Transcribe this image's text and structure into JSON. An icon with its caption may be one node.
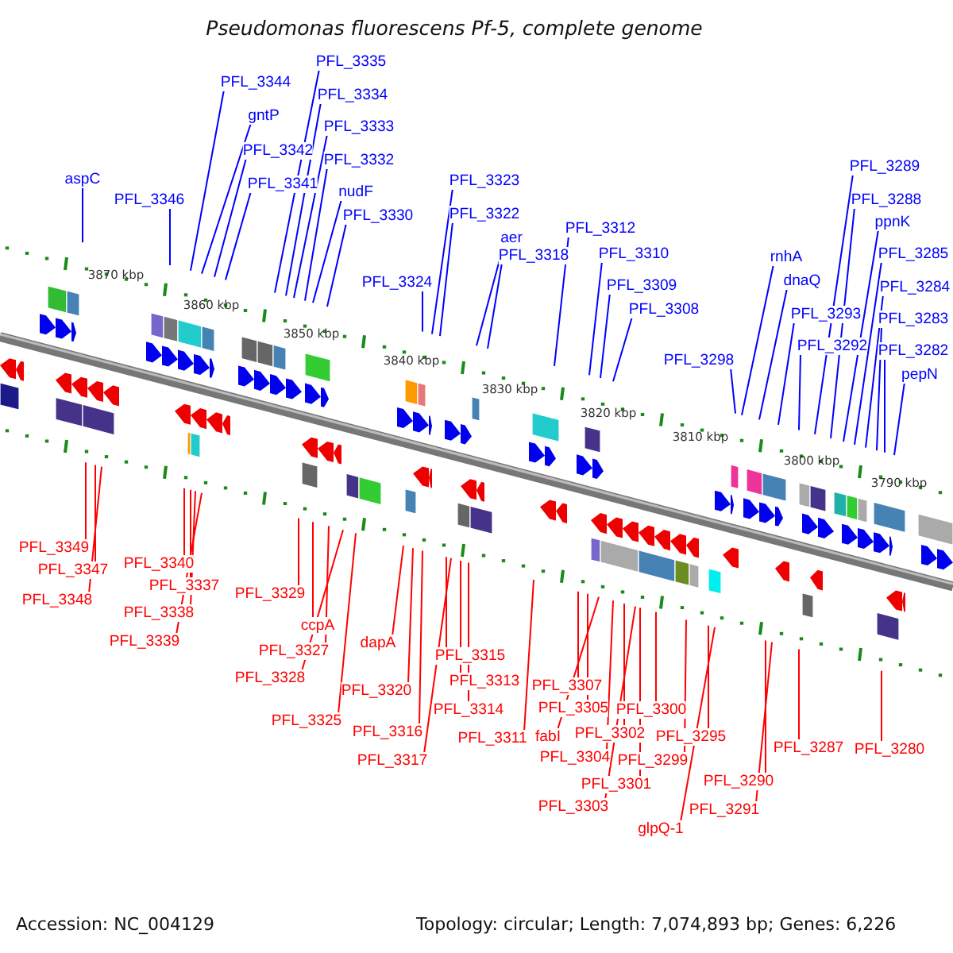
{
  "diagram": {
    "title": "Pseudomonas fluorescens Pf-5, complete genome",
    "nodes": [
      {
        "text": [
          "aspC"
        ]
      },
      {
        "text": [
          "PFL_3346"
        ]
      },
      {
        "text": [
          "PFL_3344"
        ]
      },
      {
        "text": [
          "gntP"
        ]
      },
      {
        "text": [
          "PFL_3342"
        ]
      },
      {
        "text": [
          "PFL_3341"
        ]
      },
      {
        "text": [
          "PFL_3335"
        ]
      },
      {
        "text": [
          "PFL_3334"
        ]
      },
      {
        "text": [
          "PFL_3333"
        ]
      },
      {
        "text": [
          "PFL_3332"
        ]
      },
      {
        "text": [
          "nudF"
        ]
      },
      {
        "text": [
          "PFL_3330"
        ]
      },
      {
        "text": [
          "PFL_3324"
        ]
      },
      {
        "text": [
          "PFL_3323"
        ]
      },
      {
        "text": [
          "PFL_3322"
        ]
      },
      {
        "text": [
          "aer"
        ]
      },
      {
        "text": [
          "PFL_3318"
        ]
      },
      {
        "text": [
          "PFL_3312"
        ]
      },
      {
        "text": [
          "PFL_3310"
        ]
      },
      {
        "text": [
          "PFL_3309"
        ]
      },
      {
        "text": [
          "PFL_3308"
        ]
      },
      {
        "text": [
          "PFL_3298"
        ]
      },
      {
        "text": [
          "rnhA"
        ]
      },
      {
        "text": [
          "dnaQ"
        ]
      },
      {
        "text": [
          "PFL_3293"
        ]
      },
      {
        "text": [
          "PFL_3292"
        ]
      },
      {
        "text": [
          "PFL_3289"
        ]
      },
      {
        "text": [
          "PFL_3288"
        ]
      },
      {
        "text": [
          "ppnK"
        ]
      },
      {
        "text": [
          "PFL_3285"
        ]
      },
      {
        "text": [
          "PFL_3284"
        ]
      },
      {
        "text": [
          "PFL_3283"
        ]
      },
      {
        "text": [
          "PFL_3282"
        ]
      },
      {
        "text": [
          "pepN"
        ]
      },
      {
        "text": [
          "PFL_3349"
        ]
      },
      {
        "text": [
          "PFL_3347"
        ]
      },
      {
        "text": [
          "PFL_3348"
        ]
      },
      {
        "text": [
          "PFL_3340"
        ]
      },
      {
        "text": [
          "PFL_3337"
        ]
      },
      {
        "text": [
          "PFL_3338"
        ]
      },
      {
        "text": [
          "PFL_3339"
        ]
      },
      {
        "text": [
          "PFL_3329"
        ]
      },
      {
        "text": [
          "ccpA"
        ]
      },
      {
        "text": [
          "PFL_3327"
        ]
      },
      {
        "text": [
          "PFL_3328"
        ]
      },
      {
        "text": [
          "PFL_3325"
        ]
      },
      {
        "text": [
          "dapA"
        ]
      },
      {
        "text": [
          "PFL_3320"
        ]
      },
      {
        "text": [
          "PFL_3315"
        ]
      },
      {
        "text": [
          "PFL_3313"
        ]
      },
      {
        "text": [
          "PFL_3314"
        ]
      },
      {
        "text": [
          "PFL_3316"
        ]
      },
      {
        "text": [
          "PFL_3317"
        ]
      },
      {
        "text": [
          "PFL_3311"
        ]
      },
      {
        "text": [
          "PFL_3307"
        ]
      },
      {
        "text": [
          "PFL_3305"
        ]
      },
      {
        "text": [
          "fabI"
        ]
      },
      {
        "text": [
          "PFL_3304"
        ]
      },
      {
        "text": [
          "PFL_3302"
        ]
      },
      {
        "text": [
          "PFL_3303"
        ]
      },
      {
        "text": [
          "PFL_3301"
        ]
      },
      {
        "text": [
          "PFL_3300"
        ]
      },
      {
        "text": [
          "PFL_3299"
        ]
      },
      {
        "text": [
          "PFL_3295"
        ]
      },
      {
        "text": [
          "glpQ-1"
        ]
      },
      {
        "text": [
          "PFL_3290"
        ]
      },
      {
        "text": [
          "PFL_3291"
        ]
      },
      {
        "text": [
          "PFL_3287"
        ]
      },
      {
        "text": [
          "PFL_3280"
        ]
      }
    ],
    "edges": [
      {
        "from": 0,
        "to": null,
        "arrow": "none",
        "color": "#0000ff"
      },
      {
        "from": 1,
        "to": null,
        "arrow": "none",
        "color": "#0000ff"
      },
      {
        "from": 2,
        "to": null,
        "arrow": "none",
        "color": "#0000ff"
      },
      {
        "from": 3,
        "to": null,
        "arrow": "none",
        "color": "#0000ff"
      },
      {
        "from": 4,
        "to": null,
        "arrow": "none",
        "color": "#0000ff"
      },
      {
        "from": 5,
        "to": null,
        "arrow": "none",
        "color": "#0000ff"
      },
      {
        "from": 6,
        "to": null,
        "arrow": "none",
        "color": "#0000ff"
      },
      {
        "from": 7,
        "to": null,
        "arrow": "none",
        "color": "#0000ff"
      },
      {
        "from": 8,
        "to": null,
        "arrow": "none",
        "color": "#0000ff"
      },
      {
        "from": 9,
        "to": null,
        "arrow": "none",
        "color": "#0000ff"
      },
      {
        "from": 10,
        "to": null,
        "arrow": "none",
        "color": "#0000ff"
      },
      {
        "from": 11,
        "to": null,
        "arrow": "none",
        "color": "#0000ff"
      },
      {
        "from": 12,
        "to": null,
        "arrow": "none",
        "color": "#0000ff"
      },
      {
        "from": 13,
        "to": null,
        "arrow": "none",
        "color": "#0000ff"
      },
      {
        "from": 14,
        "to": null,
        "arrow": "none",
        "color": "#0000ff"
      },
      {
        "from": 15,
        "to": null,
        "arrow": "none",
        "color": "#0000ff"
      },
      {
        "from": 16,
        "to": null,
        "arrow": "none",
        "color": "#0000ff"
      },
      {
        "from": 17,
        "to": null,
        "arrow": "none",
        "color": "#0000ff"
      },
      {
        "from": 18,
        "to": null,
        "arrow": "none",
        "color": "#0000ff"
      },
      {
        "from": 19,
        "to": null,
        "arrow": "none",
        "color": "#0000ff"
      },
      {
        "from": 20,
        "to": null,
        "arrow": "none",
        "color": "#0000ff"
      },
      {
        "from": 21,
        "to": null,
        "arrow": "none",
        "color": "#0000ff"
      },
      {
        "from": 22,
        "to": null,
        "arrow": "none",
        "color": "#0000ff"
      },
      {
        "from": 23,
        "to": null,
        "arrow": "none",
        "color": "#0000ff"
      },
      {
        "from": 24,
        "to": null,
        "arrow": "none",
        "color": "#0000ff"
      },
      {
        "from": 25,
        "to": null,
        "arrow": "none",
        "color": "#0000ff"
      },
      {
        "from": 26,
        "to": null,
        "arrow": "none",
        "color": "#0000ff"
      },
      {
        "from": 27,
        "to": null,
        "arrow": "none",
        "color": "#0000ff"
      },
      {
        "from": 28,
        "to": null,
        "arrow": "none",
        "color": "#0000ff"
      },
      {
        "from": 29,
        "to": null,
        "arrow": "none",
        "color": "#0000ff"
      },
      {
        "from": 30,
        "to": null,
        "arrow": "none",
        "color": "#0000ff"
      },
      {
        "from": 31,
        "to": null,
        "arrow": "none",
        "color": "#0000ff"
      },
      {
        "from": 32,
        "to": null,
        "arrow": "none",
        "color": "#0000ff"
      },
      {
        "from": 33,
        "to": null,
        "arrow": "none",
        "color": "#0000ff"
      },
      {
        "from": 34,
        "to": null,
        "arrow": "none"
      },
      {
        "from": 35,
        "to": null,
        "arrow": "none"
      },
      {
        "from": 36,
        "to": null,
        "arrow": "none"
      },
      {
        "from": 37,
        "to": null,
        "arrow": "none"
      },
      {
        "from": 38,
        "to": null,
        "arrow": "none"
      },
      {
        "from": 39,
        "to": null,
        "arrow": "none"
      },
      {
        "from": 40,
        "to": null,
        "arrow": "none"
      },
      {
        "from": 41,
        "to": null,
        "arrow": "none"
      },
      {
        "from": 42,
        "to": null,
        "arrow": "none"
      },
      {
        "from": 43,
        "to": null,
        "arrow": "none"
      },
      {
        "from": 44,
        "to": null,
        "arrow": "none"
      },
      {
        "from": 45,
        "to": null,
        "arrow": "none"
      },
      {
        "from": 46,
        "to": null,
        "arrow": "none"
      },
      {
        "from": 47,
        "to": null,
        "arrow": "none"
      },
      {
        "from": 48,
        "to": null,
        "arrow": "none"
      },
      {
        "from": 49,
        "to": null,
        "arrow": "none"
      },
      {
        "from": 50,
        "to": null,
        "arrow": "none"
      },
      {
        "from": 51,
        "to": null,
        "arrow": "none"
      },
      {
        "from": 52,
        "to": null,
        "arrow": "none"
      },
      {
        "from": 53,
        "to": null,
        "arrow": "none"
      },
      {
        "from": 54,
        "to": null,
        "arrow": "none"
      },
      {
        "from": 55,
        "to": null,
        "arrow": "none"
      },
      {
        "from": 56,
        "to": null,
        "arrow": "none"
      },
      {
        "from": 57,
        "to": null,
        "arrow": "none"
      },
      {
        "from": 58,
        "to": null,
        "arrow": "none"
      },
      {
        "from": 59,
        "to": null,
        "arrow": "none"
      },
      {
        "from": 60,
        "to": null,
        "arrow": "none"
      },
      {
        "from": 61,
        "to": null,
        "arrow": "none"
      },
      {
        "from": 62,
        "to": null,
        "arrow": "none"
      },
      {
        "from": 63,
        "to": null,
        "arrow": "none"
      },
      {
        "from": 64,
        "to": null,
        "arrow": "none"
      },
      {
        "from": 65,
        "to": null,
        "arrow": "none"
      },
      {
        "from": 66,
        "to": null,
        "arrow": "none"
      },
      {
        "from": 67,
        "to": null,
        "arrow": "none"
      },
      {
        "from": 68,
        "to": null,
        "arrow": "none"
      }
    ],
    "labels": [
      "3870 kbp",
      "3860 kbp",
      "3850 kbp",
      "3840 kbp",
      "3830 kbp",
      "3820 kbp",
      "3810 kbp",
      "3800 kbp",
      "3790 kbp",
      "Accession: NC_004129",
      "Topology: circular; Length: 7,074,893 bp; Genes: 6,226"
    ]
  }
}
